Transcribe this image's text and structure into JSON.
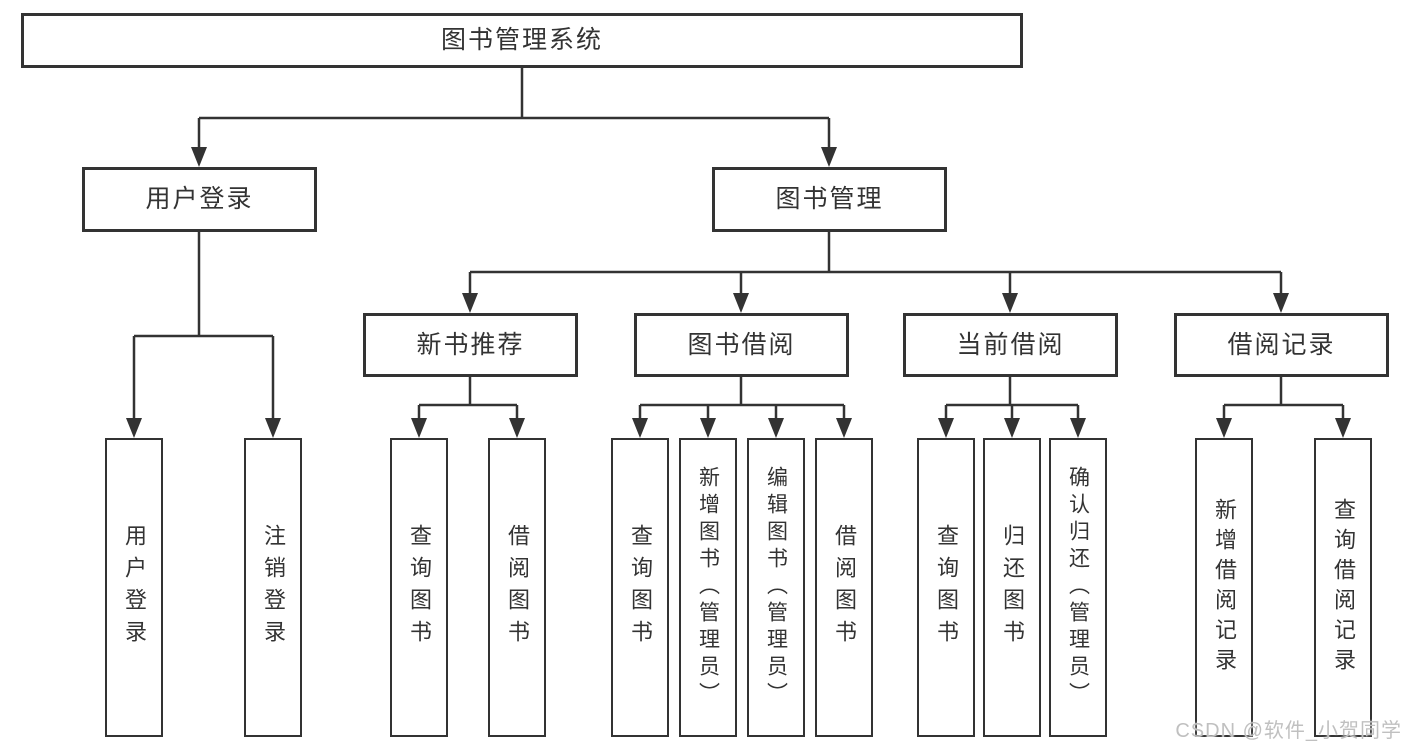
{
  "diagram": {
    "root": {
      "label": "图书管理系统"
    },
    "branches": [
      {
        "label": "用户登录",
        "children": [
          {
            "label": "用户登录"
          },
          {
            "label": "注销登录"
          }
        ]
      },
      {
        "label": "图书管理",
        "children": [
          {
            "label": "新书推荐",
            "children": [
              {
                "label": "查询图书"
              },
              {
                "label": "借阅图书"
              }
            ]
          },
          {
            "label": "图书借阅",
            "children": [
              {
                "label": "查询图书"
              },
              {
                "label": "新增图书（管理员）"
              },
              {
                "label": "编辑图书（管理员）"
              },
              {
                "label": "借阅图书"
              }
            ]
          },
          {
            "label": "当前借阅",
            "children": [
              {
                "label": "查询图书"
              },
              {
                "label": "归还图书"
              },
              {
                "label": "确认归还（管理员）"
              }
            ]
          },
          {
            "label": "借阅记录",
            "children": [
              {
                "label": "新增借阅记录"
              },
              {
                "label": "查询借阅记录"
              }
            ]
          }
        ]
      }
    ]
  },
  "watermark": {
    "text": "CSDN @软件_小贺同学"
  },
  "colors": {
    "line": "#333333",
    "text": "#333333",
    "box_background": "#ffffff",
    "watermark_text": "#c0c0c0"
  }
}
